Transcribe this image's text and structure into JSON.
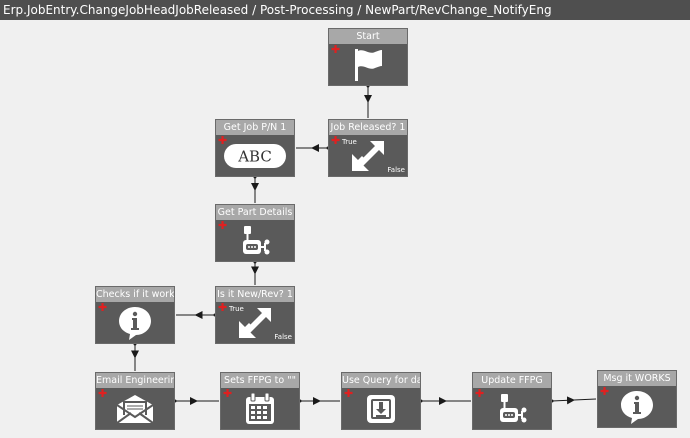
{
  "window": {
    "title": "Erp.JobEntry.ChangeJobHeadJobReleased / Post-Processing / NewPart/RevChange_NotifyEng"
  },
  "nodes": {
    "start": {
      "label": "Start",
      "icon": "flag-icon"
    },
    "job_released": {
      "label": "Job Released? 1",
      "icon": "condition-arrow-icon",
      "true_label": "True",
      "false_label": "False"
    },
    "get_job_pn": {
      "label": "Get Job P/N 1",
      "icon": "abc-icon",
      "icon_text": "ABC"
    },
    "get_part_details": {
      "label": "Get Part Details",
      "icon": "widget-icon"
    },
    "is_new_rev": {
      "label": "Is it New/Rev? 1",
      "icon": "condition-arrow-icon",
      "true_label": "True",
      "false_label": "False"
    },
    "checks_works": {
      "label": "Checks if it works",
      "icon": "info-bubble-icon"
    },
    "email_engineering": {
      "label": "Email Engineering",
      "icon": "envelope-icon"
    },
    "sets_ffpg": {
      "label": "Sets FFPG to \"\"",
      "icon": "calendar-icon"
    },
    "use_query": {
      "label": "Use Query for data",
      "icon": "query-download-icon"
    },
    "update_ffpg": {
      "label": "Update FFPG",
      "icon": "widget-icon"
    },
    "msg_works": {
      "label": "Msg it WORKS",
      "icon": "info-bubble-icon"
    }
  },
  "edges": [
    [
      "start",
      "job_released"
    ],
    [
      "job_released",
      "get_job_pn"
    ],
    [
      "get_job_pn",
      "get_part_details"
    ],
    [
      "get_part_details",
      "is_new_rev"
    ],
    [
      "is_new_rev",
      "checks_works"
    ],
    [
      "checks_works",
      "email_engineering"
    ],
    [
      "email_engineering",
      "sets_ffpg"
    ],
    [
      "sets_ffpg",
      "use_query"
    ],
    [
      "use_query",
      "update_ffpg"
    ],
    [
      "update_ffpg",
      "msg_works"
    ]
  ],
  "colors": {
    "node_body": "#5a5a5a",
    "node_header": "#a8a8a8",
    "add_marker": "#e02020",
    "canvas": "#f0f0f0",
    "titlebar": "#4f4f4f"
  }
}
